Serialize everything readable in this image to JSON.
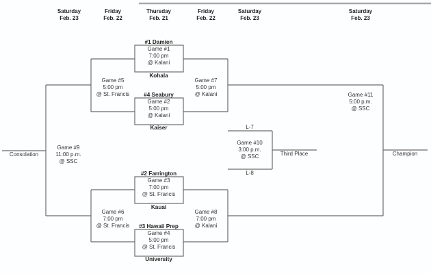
{
  "header": {
    "columns": [
      {
        "day": "Saturday",
        "date": "Feb. 23"
      },
      {
        "day": "Friday",
        "date": "Feb. 22"
      },
      {
        "day": "Thursday",
        "date": "Feb. 21"
      },
      {
        "day": "Friday",
        "date": "Feb. 22"
      },
      {
        "day": "Saturday",
        "date": "Feb. 23"
      },
      {
        "day": "Saturday",
        "date": "Feb. 23"
      }
    ]
  },
  "games": {
    "g1": {
      "top_team": "#1 Damien",
      "game": "Game #1",
      "time": "7:00 pm",
      "venue": "@ Kalani",
      "bottom_team": "Kohala"
    },
    "g2": {
      "top_team": "#4 Seabury",
      "game": "Game #2",
      "time": "5:00 pm",
      "venue": "@ Kalani",
      "bottom_team": "Kaiser"
    },
    "g3": {
      "top_team": "#2 Farrington",
      "game": "Game #3",
      "time": "7:00 pm",
      "venue": "@ St. Francis",
      "bottom_team": "Kauai"
    },
    "g4": {
      "top_team": "#3 Hawaii Prep",
      "game": "Game #4",
      "time": "5:00 pm",
      "venue": "@ St. Francis",
      "bottom_team": "University"
    },
    "g5": {
      "game": "Game #5",
      "time": "5:00 pm",
      "venue": "@ St. Francis"
    },
    "g6": {
      "game": "Game #6",
      "time": "7:00 pm",
      "venue": "@ St. Francis"
    },
    "g7": {
      "game": "Game #7",
      "time": "5:00 pm",
      "venue": "@ Kalani"
    },
    "g8": {
      "game": "Game #8",
      "time": "7:00 pm",
      "venue": "@ Kalani"
    },
    "g9": {
      "game": "Game #9",
      "time": "11:00 p.m.",
      "venue": "@ SSC"
    },
    "g10": {
      "game": "Game #10",
      "time": "3:00 p.m.",
      "venue": "@ SSC",
      "top_label": "L-7",
      "bottom_label": "L-8"
    },
    "g11": {
      "game": "Game #11",
      "time": "5:00 p.m.",
      "venue": "@ SSC"
    }
  },
  "results": {
    "consolation": "Consolation",
    "third_place": "Third Place",
    "champion": "Champion"
  }
}
